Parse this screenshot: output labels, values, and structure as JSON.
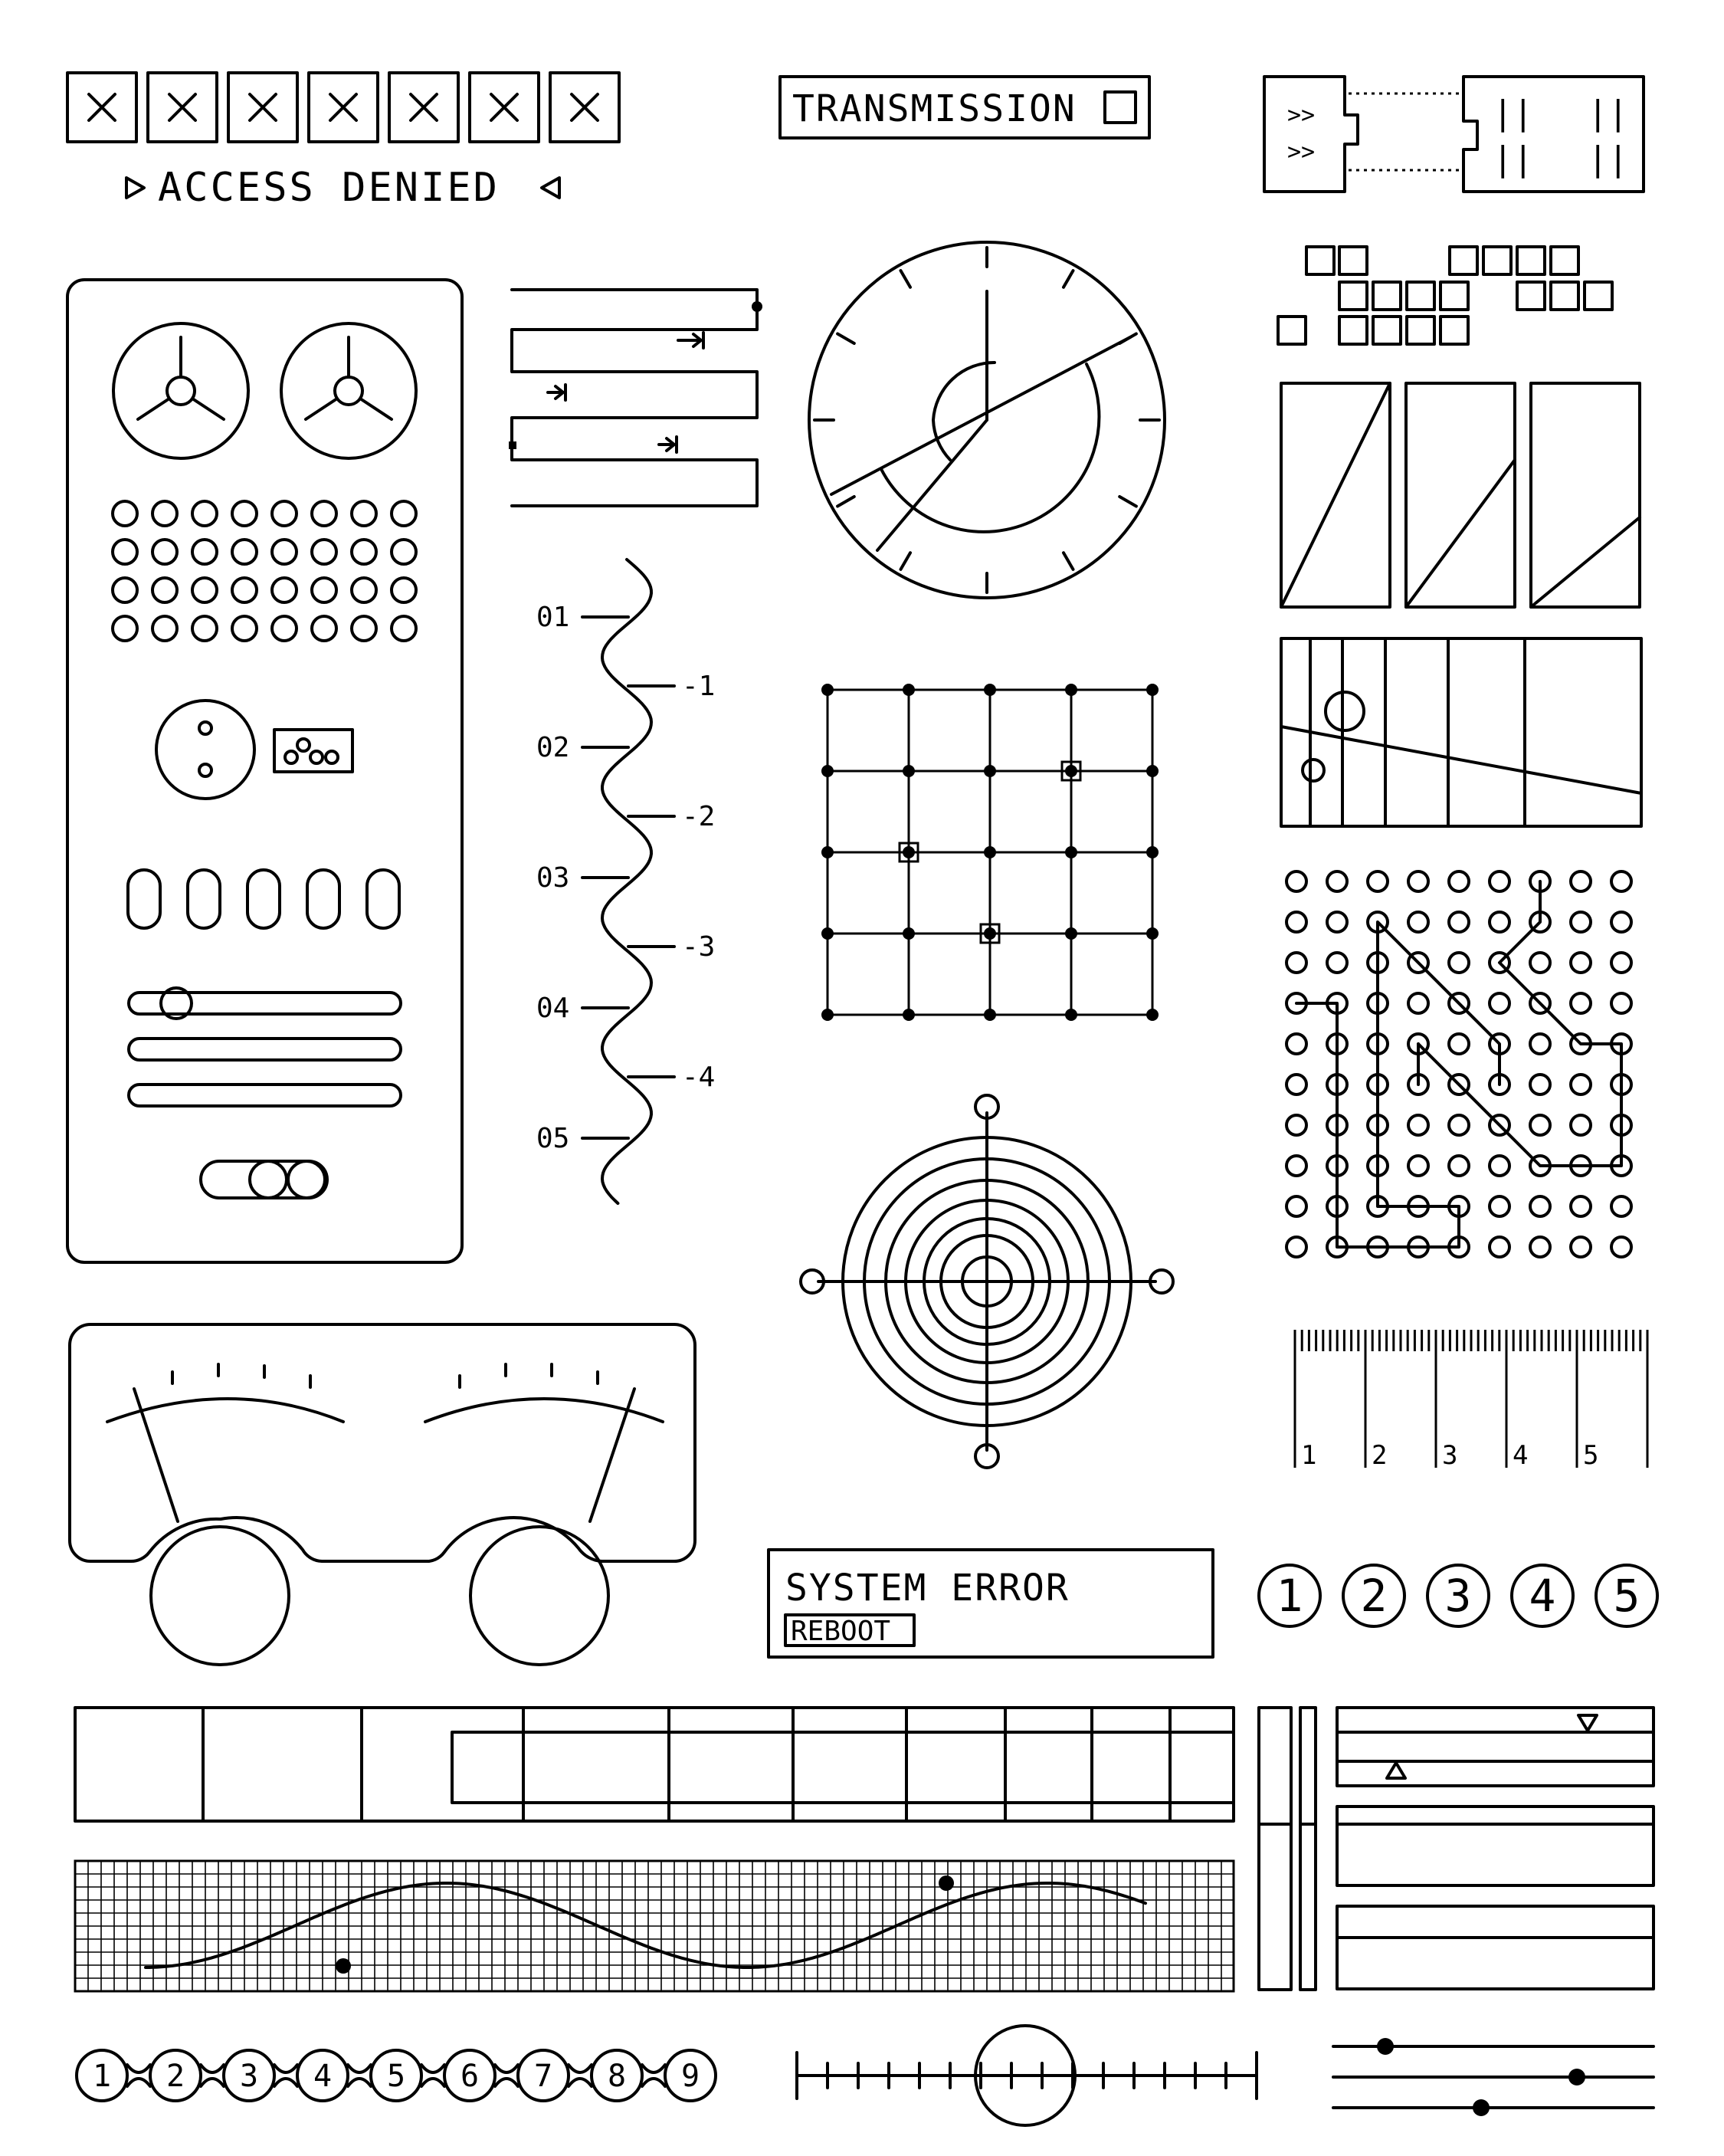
{
  "theme": {
    "ink": "#000000",
    "paper": "#ffffff"
  },
  "header": {
    "close_buttons": [
      "close-icon",
      "close-icon",
      "close-icon",
      "close-icon",
      "close-icon",
      "close-icon",
      "close-icon"
    ],
    "access_text": "ACCESS DENIED",
    "transmission_label": "TRANSMISSION",
    "ticket": {
      "left_marks": [
        ">>",
        ">>"
      ],
      "right_marks": [
        "||",
        "||",
        "||",
        "||"
      ]
    }
  },
  "wave_scale": {
    "left_labels": [
      "01",
      "02",
      "03",
      "04",
      "05"
    ],
    "right_labels": [
      "-1",
      "-2",
      "-3",
      "-4"
    ]
  },
  "ruler": {
    "labels": [
      "1",
      "2",
      "3",
      "4",
      "5"
    ]
  },
  "error_panel": {
    "title": "SYSTEM ERROR",
    "button": "REBOOT"
  },
  "circled_numbers": [
    "1",
    "2",
    "3",
    "4",
    "5"
  ],
  "chain_numbers": [
    "1",
    "2",
    "3",
    "4",
    "5",
    "6",
    "7",
    "8",
    "9"
  ],
  "icons": [
    "close-icon",
    "play-triangle-icon",
    "back-triangle-icon",
    "checkbox-icon",
    "reel-icon",
    "speaker-grille-icon",
    "target-icon",
    "gauge-icon"
  ]
}
